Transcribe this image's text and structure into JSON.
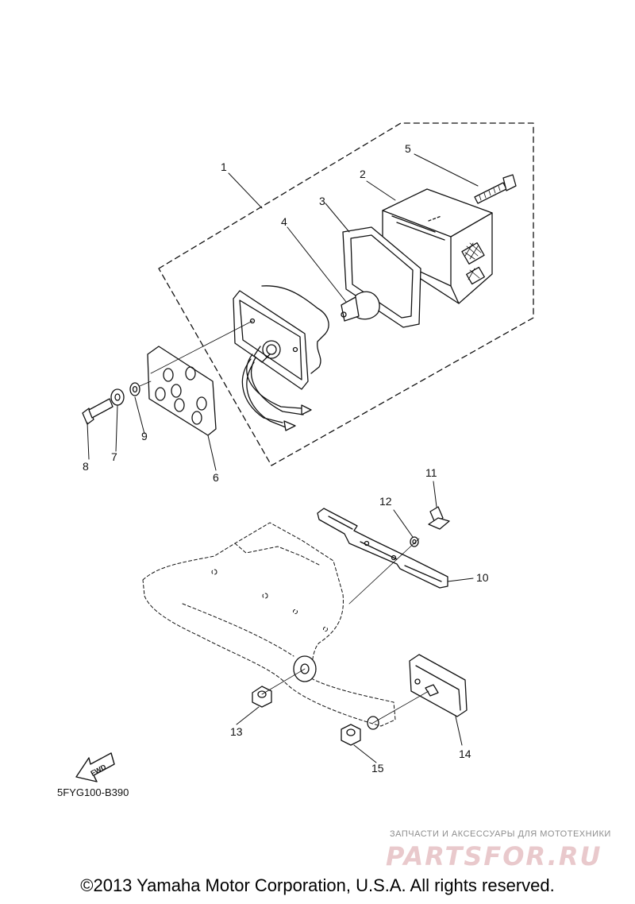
{
  "callouts": {
    "c1": "1",
    "c2": "2",
    "c3": "3",
    "c4": "4",
    "c5": "5",
    "c6": "6",
    "c7": "7",
    "c8": "8",
    "c9": "9",
    "c10": "10",
    "c11": "11",
    "c12": "12",
    "c13": "13",
    "c14": "14",
    "c15": "15"
  },
  "fwd_label": "FWD",
  "diagram_code": "5FYG100-B390",
  "watermark": {
    "tagline": "ЗАПЧАСТИ И АКСЕССУАРЫ ДЛЯ МОТОТЕХНИКИ",
    "logo_text": "PARTSFOR.RU"
  },
  "copyright": "©2013 Yamaha Motor Corporation, U.S.A. All rights reserved.",
  "colors": {
    "line": "#111111",
    "watermark_logo": "#e9c9cc",
    "watermark_text": "#8e8e8e"
  }
}
